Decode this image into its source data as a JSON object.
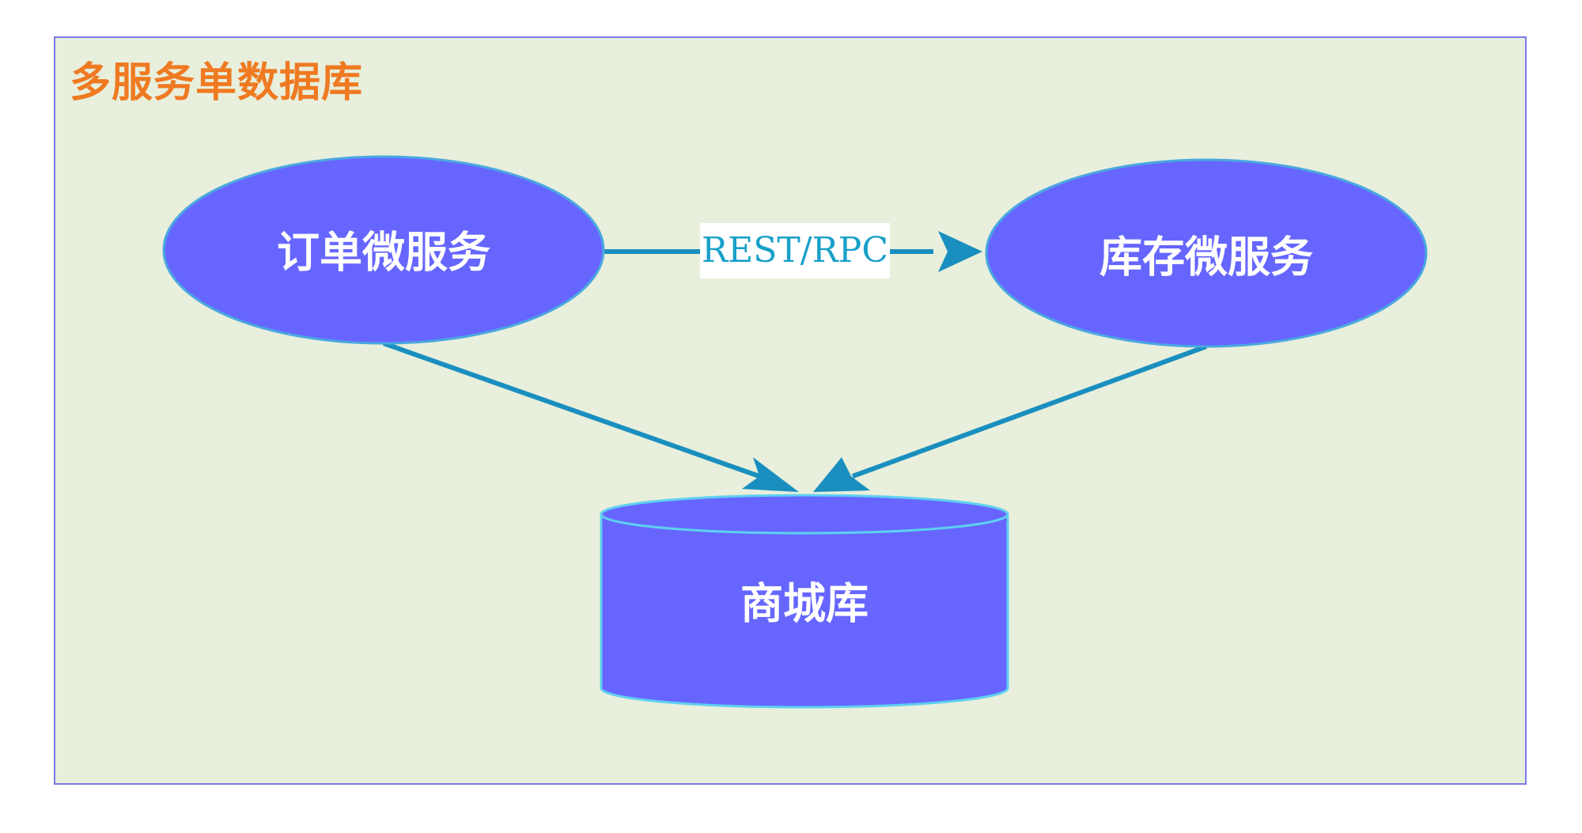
{
  "container": {
    "title": "多服务单数据库"
  },
  "nodes": {
    "order_service": "订单微服务",
    "inventory_service": "库存微服务",
    "mall_db": "商城库"
  },
  "edges": {
    "order_to_inventory": "REST/RPC"
  },
  "colors": {
    "node_fill": "#6666ff",
    "edge": "#1a8fbf",
    "title": "#ef7a22",
    "background": "#e8efdc",
    "frame_border": "#7b7be6"
  }
}
